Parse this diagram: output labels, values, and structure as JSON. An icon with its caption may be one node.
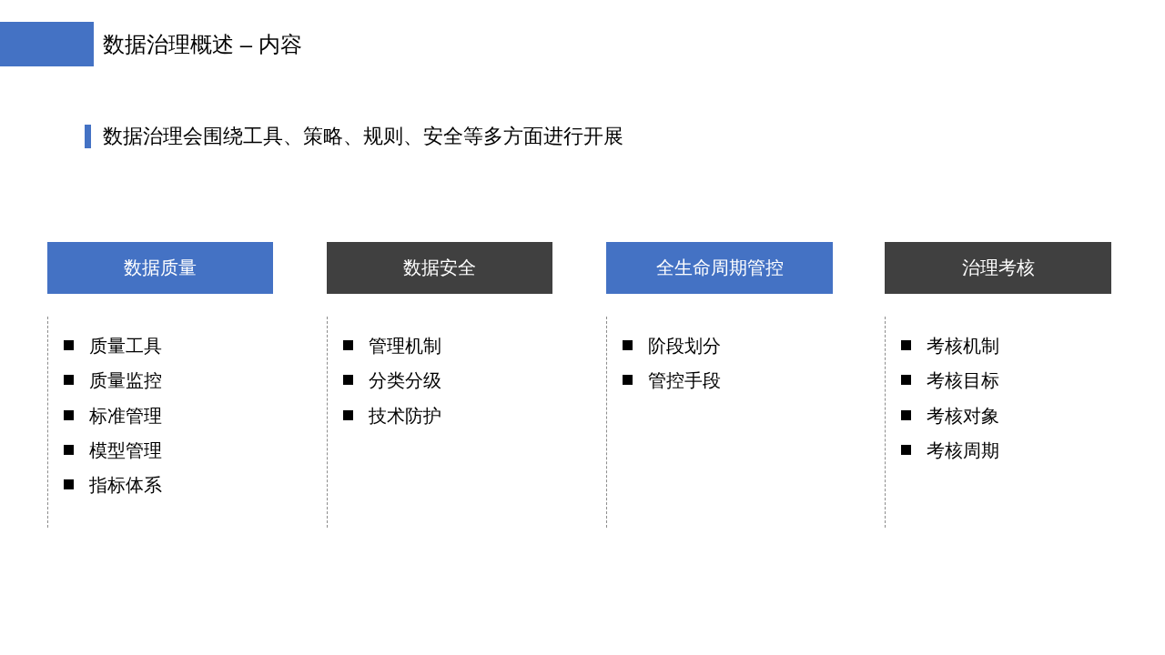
{
  "diagram": {
    "title": "数据治理概述 – 内容",
    "nodes": [
      {
        "text": [
          "数据质量"
        ],
        "beside": [
          "质量工具",
          "质量监控",
          "标准管理",
          "模型管理",
          "指标体系"
        ]
      },
      {
        "text": [
          "数据安全"
        ],
        "beside": [
          "管理机制",
          "分类分级",
          "技术防护"
        ]
      },
      {
        "text": [
          "全生命周期管控"
        ],
        "beside": [
          "阶段划分",
          "管控手段"
        ]
      },
      {
        "text": [
          "治理考核"
        ],
        "beside": [
          "考核机制",
          "考核目标",
          "考核对象",
          "考核周期"
        ]
      }
    ],
    "labels": [
      "数据治理会围绕工具、策略、规则、安全等多方面进行开展"
    ]
  }
}
